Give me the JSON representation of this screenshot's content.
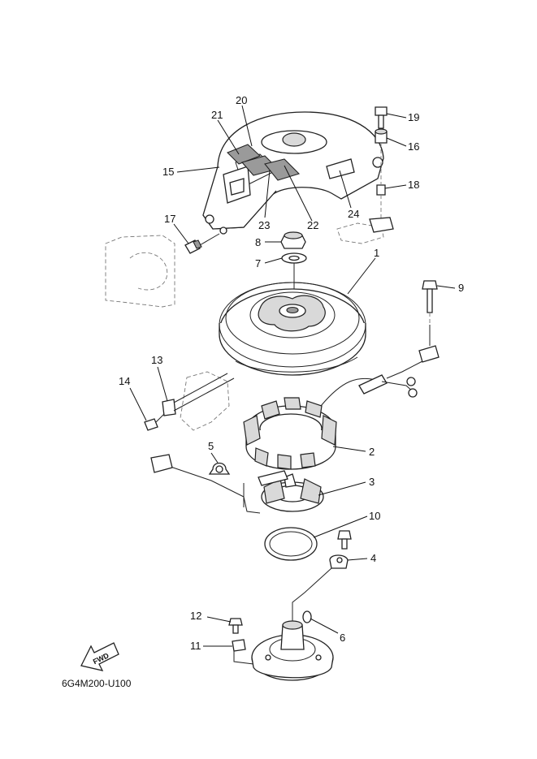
{
  "diagram": {
    "drawing_code": "6G4M200-U100",
    "fwd_label": "FWD",
    "callouts": [
      "1",
      "2",
      "3",
      "4",
      "5",
      "6",
      "7",
      "8",
      "9",
      "10",
      "11",
      "12",
      "13",
      "14",
      "15",
      "16",
      "17",
      "18",
      "19",
      "20",
      "21",
      "22",
      "23",
      "24"
    ]
  }
}
